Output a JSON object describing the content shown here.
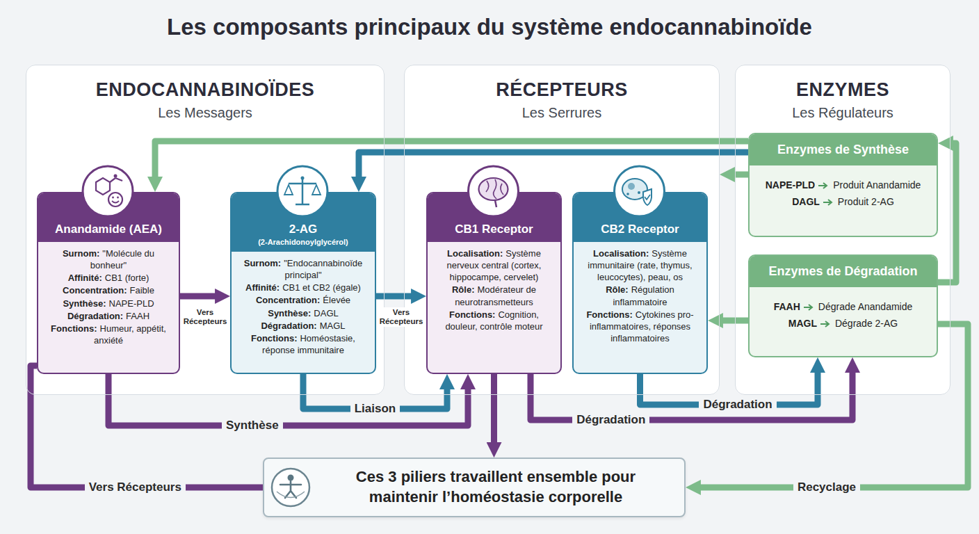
{
  "diagram": {
    "title": "Les composants principaux du système endocannabinoïde",
    "nodes": [
      {
        "text": [
          "ENDOCANNABINOÏDES",
          "Les Messagers"
        ]
      },
      {
        "text": [
          "Anandamide (AEA)",
          "Surnom:",
          "\"Molécule du bonheur\"",
          "Affinité:",
          "CB1 (forte)",
          "Concentration:",
          "Faible",
          "Synthèse:",
          "NAPE-PLD",
          "Dégradation:",
          "FAAH",
          "Fonctions:",
          "Humeur, appétit, anxiété"
        ],
        "in": 0
      },
      {
        "text": [
          "2-AG",
          "(2-Arachidonoylglycérol)",
          "Surnom:",
          "\"Endocannabinoïde principal\"",
          "Affinité:",
          "CB1 et CB2 (égale)",
          "Concentration:",
          "Élevée",
          "Synthèse:",
          "DAGL",
          "Dégradation:",
          "MAGL",
          "Fonctions:",
          "Homéostasie, réponse immunitaire"
        ],
        "in": 0
      },
      {
        "text": [
          "RÉCEPTEURS",
          "Les Serrures"
        ]
      },
      {
        "text": [
          "CB1 Receptor",
          "Localisation:",
          "Système nerveux central (cortex, hippocampe, cervelet)",
          "Rôle:",
          "Modérateur de neurotransmetteurs",
          "Fonctions:",
          "Cognition, douleur, contrôle moteur"
        ],
        "in": 3
      },
      {
        "text": [
          "CB2 Receptor",
          "Localisation:",
          "Système immunitaire (rate, thymus, leucocytes), peau, os",
          "Rôle:",
          "Régulation inflammatoire",
          "Fonctions:",
          "Cytokines pro-inflammatoires, réponses inflammatoires"
        ],
        "in": 3
      },
      {
        "text": [
          "ENZYMES",
          "Les Régulateurs"
        ]
      },
      {
        "text": [
          "Enzymes de Synthèse",
          "NAPE-PLD",
          "Produit Anandamide",
          "DAGL",
          "Produit 2-AG"
        ],
        "in": 6
      },
      {
        "text": [
          "Enzymes de Dégradation",
          "FAAH",
          "Dégrade Anandamide",
          "MAGL",
          "Dégrade 2-AG"
        ],
        "in": 6
      },
      {
        "text": [
          "Ces 3 piliers travaillent ensemble pour maintenir l’homéostasie corporelle"
        ]
      }
    ],
    "edges": [
      {
        "from": 7,
        "to": 1,
        "arrow": "to"
      },
      {
        "from": 7,
        "to": 2,
        "arrow": "to"
      },
      {
        "from": 7,
        "to": 3,
        "arrow": "to"
      },
      {
        "from": 8,
        "to": 5,
        "arrow": "to"
      },
      {
        "from": 1,
        "to": 2,
        "label": "Vers Récepteurs",
        "arrow": "to"
      },
      {
        "from": 2,
        "to": 4,
        "label": "Vers Récepteurs",
        "arrow": "to"
      },
      {
        "from": 1,
        "to": 4,
        "label": "Synthèse",
        "arrow": "to"
      },
      {
        "from": 2,
        "to": 4,
        "label": "Liaison",
        "arrow": "to"
      },
      {
        "from": 4,
        "to": 9,
        "arrow": "to"
      },
      {
        "from": 4,
        "to": 8,
        "label": "Dégradation",
        "arrow": "to"
      },
      {
        "from": 5,
        "to": 8,
        "label": "Dégradation",
        "arrow": "to"
      },
      {
        "from": 9,
        "to": 1,
        "label": "Vers Récepteurs",
        "arrow": "none"
      },
      {
        "from": 8,
        "to": 9,
        "label": "Recyclage",
        "arrow": "to"
      },
      {
        "from": 8,
        "to": 7,
        "arrow": "to"
      }
    ]
  }
}
